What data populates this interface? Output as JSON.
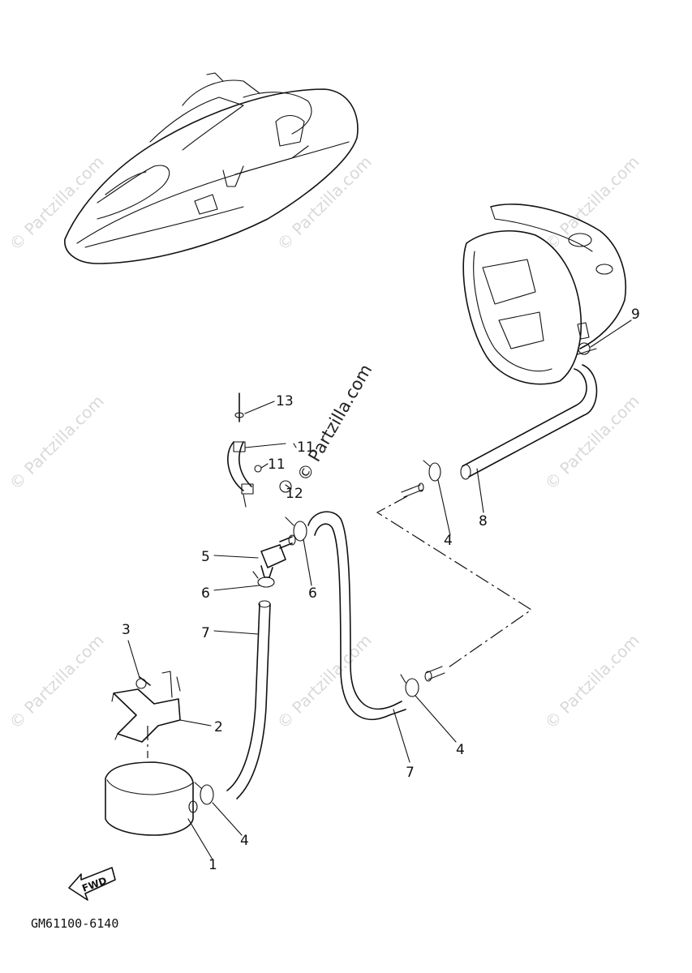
{
  "watermarks": {
    "light": "© Partzilla.com",
    "dark": "© Partzilla.com"
  },
  "callouts": {
    "c1": "1",
    "c2": "2",
    "c3": "3",
    "c4a": "4",
    "c4b": "4",
    "c4c": "4",
    "c5": "5",
    "c6a": "6",
    "c6b": "6",
    "c7a": "7",
    "c7b": "7",
    "c8": "8",
    "c9": "9",
    "c11": "11",
    "c12": "12",
    "c13": "13",
    "c11b": "11"
  },
  "fwd_label": "FWD",
  "diagram_code": "GM61100-6140"
}
